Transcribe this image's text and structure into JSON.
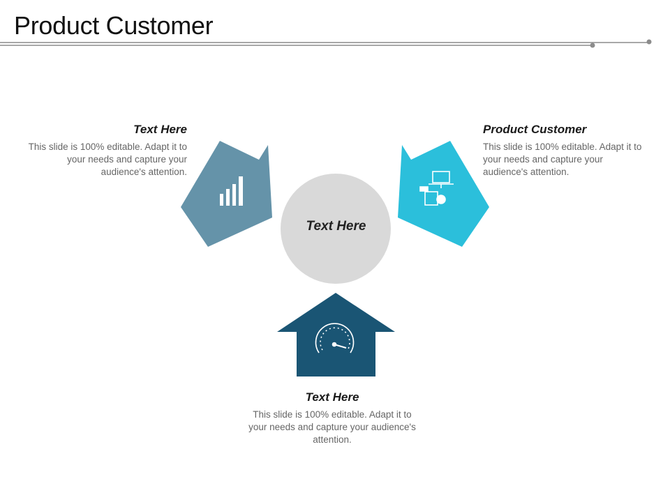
{
  "title": "Product Customer",
  "center": {
    "label": "Text Here"
  },
  "items": [
    {
      "heading": "Text Here",
      "body": "This slide is 100% editable. Adapt it to your needs and capture your audience's attention.",
      "icon": "bar-chart-icon",
      "color": "#6593a9"
    },
    {
      "heading": "Product Customer",
      "body": "This slide is 100% editable. Adapt it to your needs and capture your audience's attention.",
      "icon": "network-devices-icon",
      "color": "#2bbfdb"
    },
    {
      "heading": "Text Here",
      "body": "This slide is 100% editable. Adapt it to your needs and capture your audience's attention.",
      "icon": "speedometer-icon",
      "color": "#1a5574"
    }
  ],
  "colors": {
    "circle": "#d9d9d9",
    "line": "#8c8c8c"
  }
}
